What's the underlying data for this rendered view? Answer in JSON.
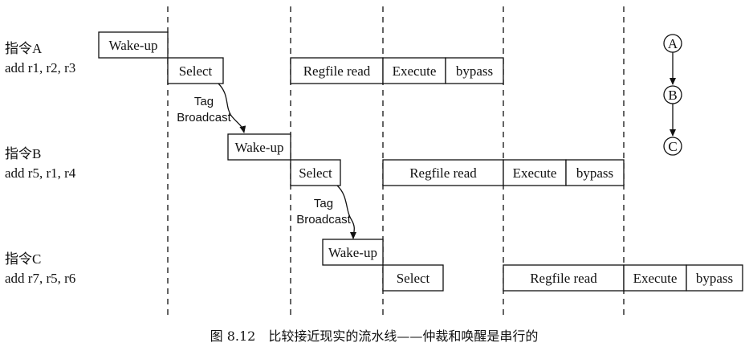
{
  "instructions": [
    {
      "name": "指令A",
      "code": "add r1, r2, r3"
    },
    {
      "name": "指令B",
      "code": "add r5, r1, r4"
    },
    {
      "name": "指令C",
      "code": "add r7, r5, r6"
    }
  ],
  "stages": {
    "wakeup": "Wake-up",
    "select": "Select",
    "regfile": "Regfile read",
    "execute": "Execute",
    "bypass": "bypass"
  },
  "broadcast": {
    "line1": "Tag",
    "line2": "Broadcast"
  },
  "dependency": {
    "nodes": [
      "A",
      "B",
      "C"
    ]
  },
  "caption": "图 8.12　比较接近现实的流水线——仲裁和唤醒是串行的"
}
